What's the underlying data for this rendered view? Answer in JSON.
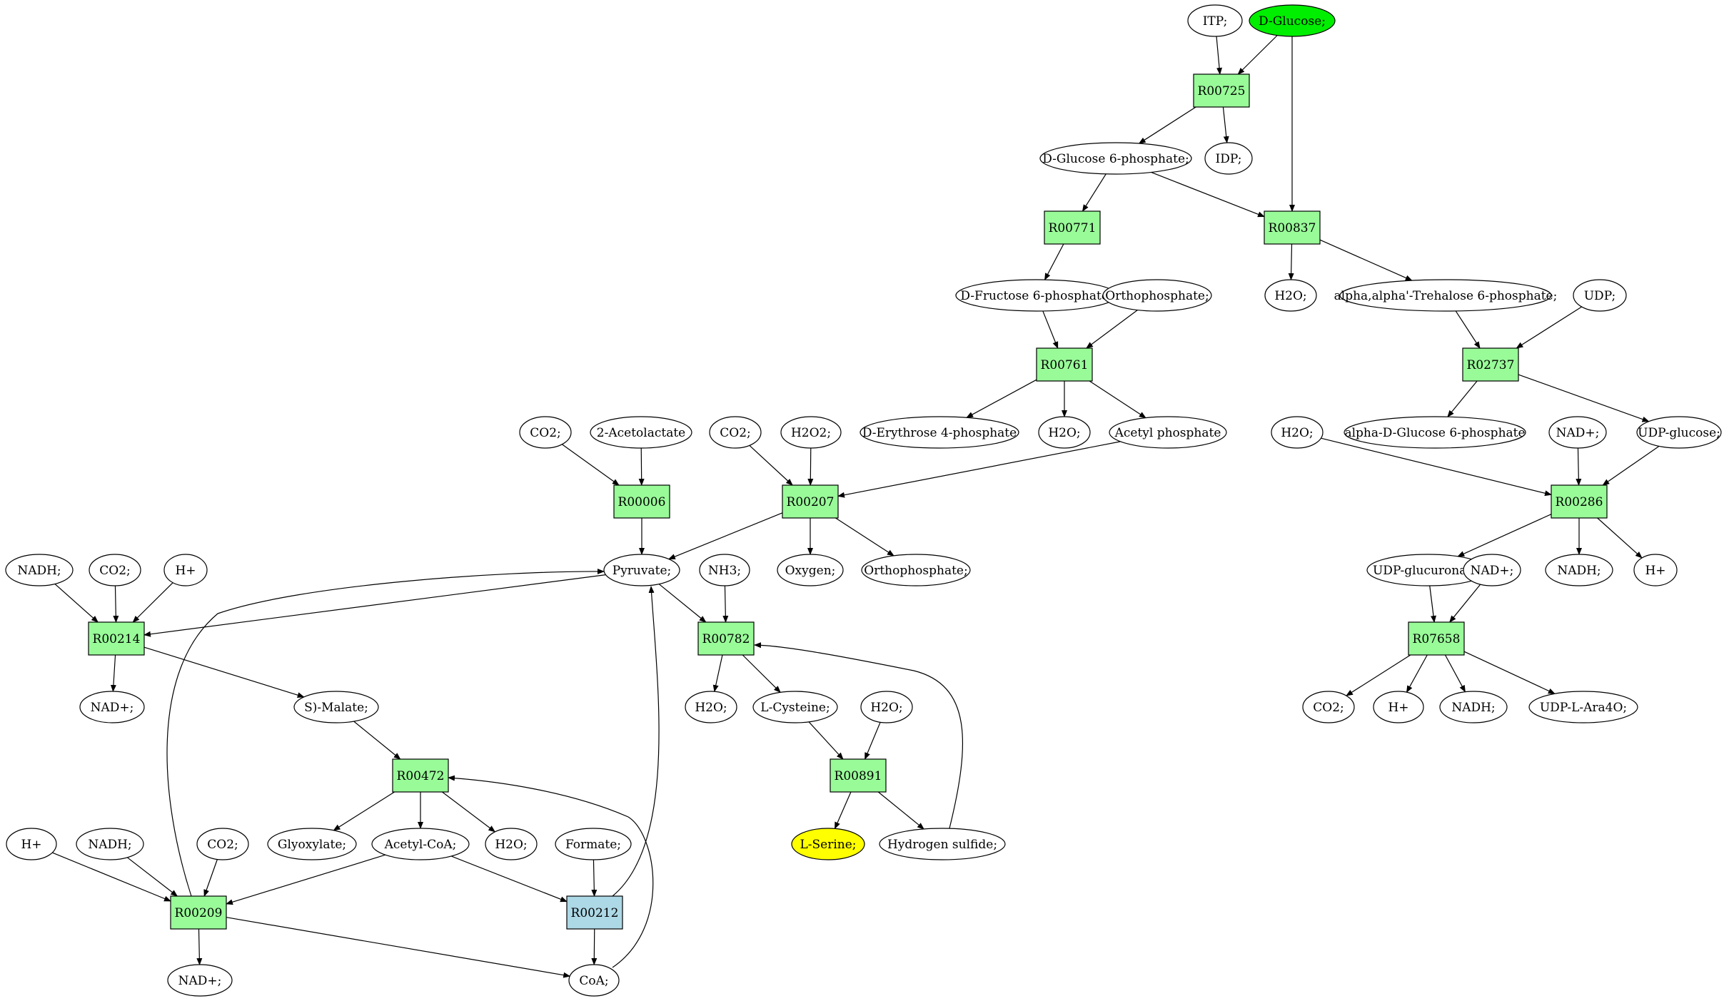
{
  "colors": {
    "reaction": "#98fb98",
    "reaction_alt": "#add8e6",
    "source": "#00ee00",
    "target": "#ffff00",
    "metabolite": "#ffffff"
  },
  "nodes": {
    "itp": {
      "label": "ITP;"
    },
    "dglucose": {
      "label": "D-Glucose;"
    },
    "r00725": {
      "label": "R00725"
    },
    "dg6p": {
      "label": "D-Glucose 6-phosphate;"
    },
    "idp": {
      "label": "IDP;"
    },
    "r00771": {
      "label": "R00771"
    },
    "r00837": {
      "label": "R00837"
    },
    "df6p": {
      "label": "D-Fructose 6-phosphate;"
    },
    "orthop1": {
      "label": "Orthophosphate;"
    },
    "h2o_1": {
      "label": "H2O;"
    },
    "trehalose6p": {
      "label": "alpha,alpha'-Trehalose 6-phosphate;"
    },
    "udp": {
      "label": "UDP;"
    },
    "r00761": {
      "label": "R00761"
    },
    "r02737": {
      "label": "R02737"
    },
    "co2_1": {
      "label": "CO2;"
    },
    "acetolactate": {
      "label": "2-Acetolactate"
    },
    "co2_2": {
      "label": "CO2;"
    },
    "h2o2": {
      "label": "H2O2;"
    },
    "de4p": {
      "label": "D-Erythrose 4-phosphate"
    },
    "h2o_2": {
      "label": "H2O;"
    },
    "acetylp": {
      "label": "Acetyl phosphate"
    },
    "h2o_3": {
      "label": "H2O;"
    },
    "adg6p": {
      "label": "alpha-D-Glucose 6-phosphate"
    },
    "nadp_1": {
      "label": "NAD+;"
    },
    "udpglucose": {
      "label": "UDP-glucose;"
    },
    "r00006": {
      "label": "R00006"
    },
    "r00207": {
      "label": "R00207"
    },
    "r00286": {
      "label": "R00286"
    },
    "nadh_1": {
      "label": "NADH;"
    },
    "co2_3": {
      "label": "CO2;"
    },
    "hplus_1": {
      "label": "H+"
    },
    "pyruvate": {
      "label": "Pyruvate;"
    },
    "nh3": {
      "label": "NH3;"
    },
    "oxygen": {
      "label": "Oxygen;"
    },
    "orthop2": {
      "label": "Orthophosphate;"
    },
    "udpglucuronate": {
      "label": "UDP-glucuronate;"
    },
    "nadp_2": {
      "label": "NAD+;"
    },
    "nadh_2": {
      "label": "NADH;"
    },
    "hplus_2": {
      "label": "H+"
    },
    "r00214": {
      "label": "R00214"
    },
    "r00782": {
      "label": "R00782"
    },
    "r07658": {
      "label": "R07658"
    },
    "nadp_3": {
      "label": "NAD+;"
    },
    "smalate": {
      "label": "S)-Malate;"
    },
    "h2o_4": {
      "label": "H2O;"
    },
    "lcysteine": {
      "label": "L-Cysteine;"
    },
    "h2o_5": {
      "label": "H2O;"
    },
    "co2_4": {
      "label": "CO2;"
    },
    "hplus_3": {
      "label": "H+"
    },
    "nadh_3": {
      "label": "NADH;"
    },
    "udpara4o": {
      "label": "UDP-L-Ara4O;"
    },
    "r00472": {
      "label": "R00472"
    },
    "r00891": {
      "label": "R00891"
    },
    "hplus_4": {
      "label": "H+"
    },
    "nadh_4": {
      "label": "NADH;"
    },
    "co2_5": {
      "label": "CO2;"
    },
    "glyoxylate": {
      "label": "Glyoxylate;"
    },
    "acetylcoa": {
      "label": "Acetyl-CoA;"
    },
    "h2o_6": {
      "label": "H2O;"
    },
    "formate": {
      "label": "Formate;"
    },
    "lserine": {
      "label": "L-Serine;"
    },
    "h2s": {
      "label": "Hydrogen sulfide;"
    },
    "r00209": {
      "label": "R00209"
    },
    "r00212": {
      "label": "R00212"
    },
    "nadp_4": {
      "label": "NAD+;"
    },
    "coa": {
      "label": "CoA;"
    }
  }
}
